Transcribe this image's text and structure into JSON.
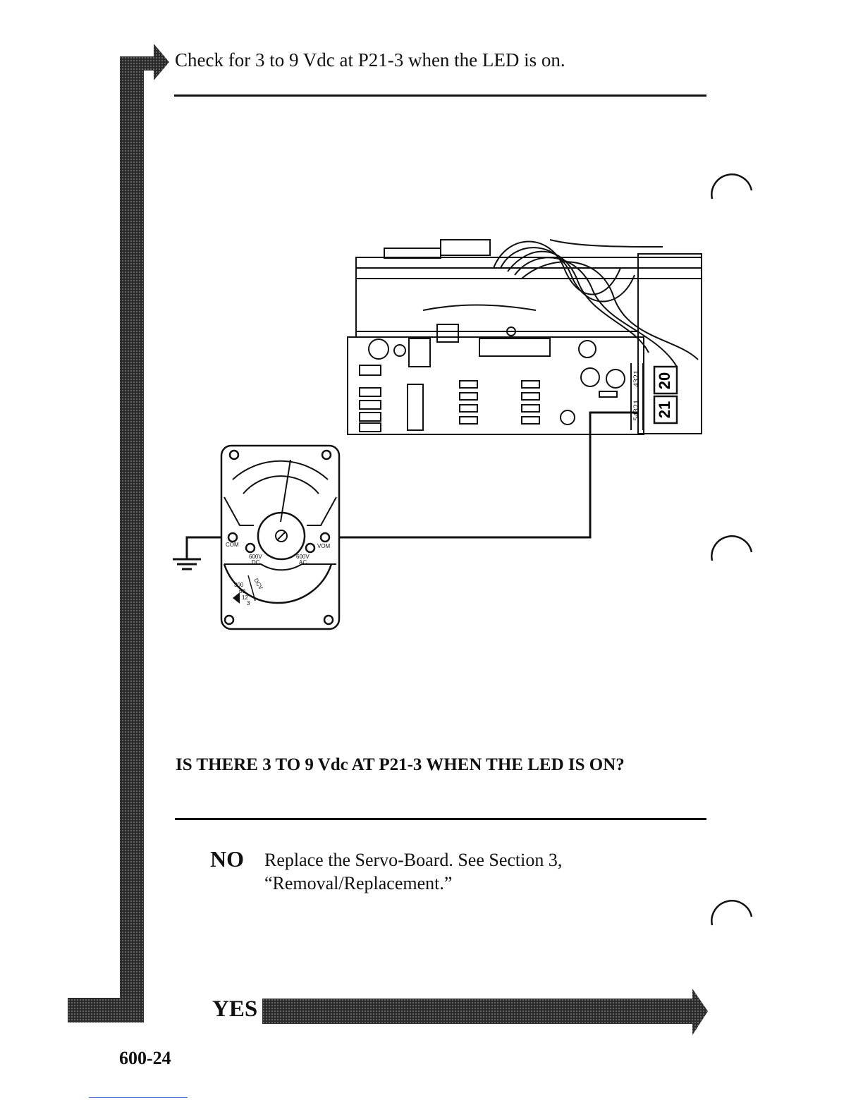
{
  "instruction": "Check for 3 to 9 Vdc at P21-3 when the LED is on.",
  "question": "IS THERE 3 TO 9 Vdc AT P21-3 WHEN THE LED IS ON?",
  "no_branch": {
    "label": "NO",
    "line1": "Replace the Servo-Board. See Section 3,",
    "line2": "“Removal/Replacement.”"
  },
  "yes_branch": {
    "label": "YES"
  },
  "page_number": "600-24",
  "diagram": {
    "connector_p20": "20",
    "connector_p21": "21",
    "pins_p20": "4321",
    "pins_p21": "54321",
    "meter": {
      "com_label": "COM",
      "vom_label": "VOM",
      "dc_range": "600V",
      "dc_label": "DC",
      "ac_range": "600V",
      "ac_label": "AC",
      "dcv_label": "DCV",
      "dial_300": "300",
      "dial_60": "60",
      "dial_12": "12",
      "dial_3": "3"
    }
  }
}
